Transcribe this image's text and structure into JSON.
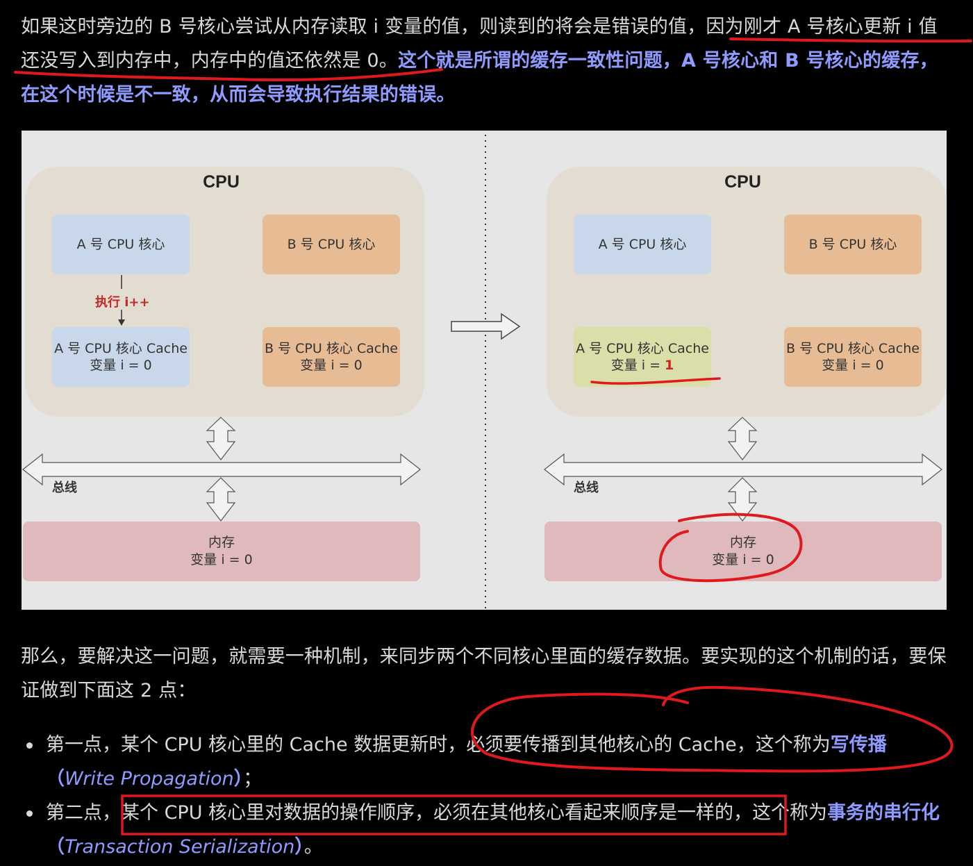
{
  "intro": {
    "normal_a": "如果这时旁边的 B 号核心尝试从内存读取 i 变量的值，则读到的将会是错误的值，",
    "underlined": "因为刚才 A 号核心更新 i 值还没写入到内存中，内存中的值还依然是 0",
    "normal_b": "。",
    "highlight": "这个就是所谓的缓存一致性问题，A 号核心和 B 号核心的缓存，在这个时候是不一致，从而会导致执行结果的错误。"
  },
  "diagram": {
    "left": {
      "cpu_title": "CPU",
      "core_a": "A 号 CPU 核心",
      "core_b": "B 号 CPU 核心",
      "exec_label": "执行 i++",
      "cache_a_title": "A 号 CPU 核心 Cache",
      "cache_a_value": "变量 i  = 0",
      "cache_b_title": "B 号 CPU 核心 Cache",
      "cache_b_value": "变量 i  = 0",
      "bus_label": "总线",
      "memory_title": "内存",
      "memory_value": "变量 i = 0"
    },
    "right": {
      "cpu_title": "CPU",
      "core_a": "A 号 CPU 核心",
      "core_b": "B 号 CPU 核心",
      "cache_a_title": "A 号 CPU 核心 Cache",
      "cache_a_value_prefix": "变量 i  = ",
      "cache_a_value_num": "1",
      "cache_b_title": "B 号 CPU 核心 Cache",
      "cache_b_value": "变量 i  = 0",
      "bus_label": "总线",
      "memory_title": "内存",
      "memory_value": "变量 i = 0"
    },
    "colors": {
      "core_blue": "#c8d8ea",
      "core_orange": "#e7bc94",
      "cache_updated": "#dadea8",
      "memory": "#dfb9bc",
      "cpu_box": "#e3dcd1",
      "annotation_red": "#e0191e"
    }
  },
  "para2": {
    "text": "那么，要解决这一问题，就需要一种机制，来同步两个不同核心里面的缓存数据。要实现的这个机制的话，要保证做到下面这 2 点："
  },
  "points": [
    {
      "pre": "第一点，某个 CPU 核心里的 Cache 数据更新时，必须要传播到其他核心的 Cache，这个称为",
      "term": "写传播",
      "paren_open": "（",
      "term_en": "Write Propagation",
      "paren_close": "）",
      "end": "；"
    },
    {
      "pre": "第二点，",
      "boxed": "某个 CPU 核心里对数据的操作顺序，必须在其他核心看起来顺序是一样的，",
      "mid": "这个称为",
      "term": "事务的串行化",
      "paren_open": "（",
      "term_en": "Transaction Serialization",
      "paren_close": "）",
      "end": "。"
    }
  ]
}
